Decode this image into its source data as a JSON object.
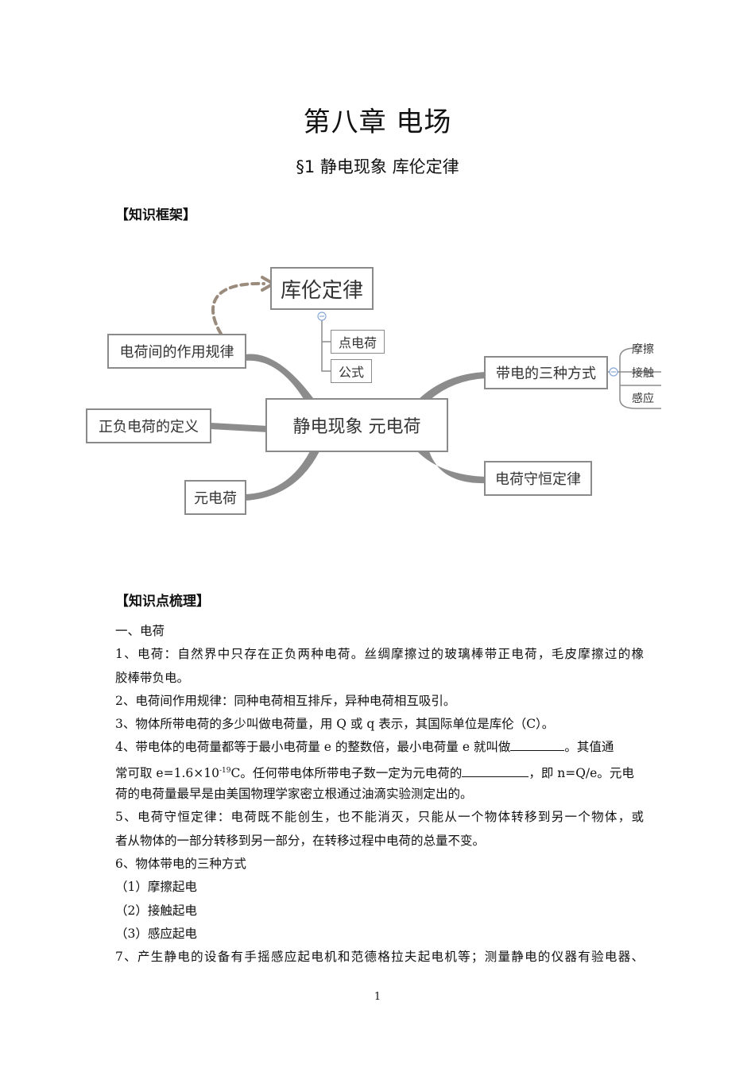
{
  "header": {
    "chapter_title": "第八章   电场",
    "section_title": "§1 静电现象 库伦定律"
  },
  "framework": {
    "heading": "【知识框架】",
    "center": "静电现象 元电荷",
    "top_node": "库伦定律",
    "top_children": [
      "点电荷",
      "公式"
    ],
    "left_nodes": [
      "电荷间的作用规律",
      "正负电荷的定义",
      "元电荷"
    ],
    "right_nodes": [
      "带电的三种方式",
      "电荷守恒定律"
    ],
    "charging_methods": [
      "摩擦",
      "接触",
      "感应"
    ],
    "collapse_symbol": "−"
  },
  "points": {
    "heading": "【知识点梳理】",
    "l1": "一、电荷",
    "l2": "1、电荷：自然界中只存在正负两种电荷。丝绸摩擦过的玻璃棒带正电荷，毛皮摩擦过的橡",
    "l3": "胶棒带负电。",
    "l4": "2、电荷间作用规律：同种电荷相互排斥，异种电荷相互吸引。",
    "l5": "3、物体所带电荷的多少叫做电荷量，用 Q 或 q 表示，其国际单位是库伦（C）。",
    "l6a": "4、带电体的电荷量都等于最小电荷量 e 的整数倍，最小电荷量 e 就叫做",
    "l6b": "。其值通",
    "l7a": "常可取 e=1.6×10",
    "l7sup": "-19",
    "l7b": "C。任何带电体所带电子数一定为元电荷的",
    "l7c": "，即 n=Q/e。元电",
    "l8": "荷的电荷量最早是由美国物理学家密立根通过油滴实验测定出的。",
    "l9": "5、电荷守恒定律：电荷既不能创生，也不能消灭，只能从一个物体转移到另一个物体，或",
    "l10": "者从物体的一部分转移到另一部分，在转移过程中电荷的总量不变。",
    "l11": "6、物体带电的三种方式",
    "l12": "（1）摩擦起电",
    "l13": "（2）接触起电",
    "l14": "（3）感应起电",
    "l15": "7、产生静电的设备有手摇感应起电机和范德格拉夫起电机等；测量静电的仪器有验电器、"
  },
  "footer": {
    "page_number": "1"
  },
  "colors": {
    "connector": "#8c8c8c",
    "dashed_arrow": "#9a8b7c",
    "box_border": "#8a8a8a",
    "collapse": "#8aa8d8"
  }
}
